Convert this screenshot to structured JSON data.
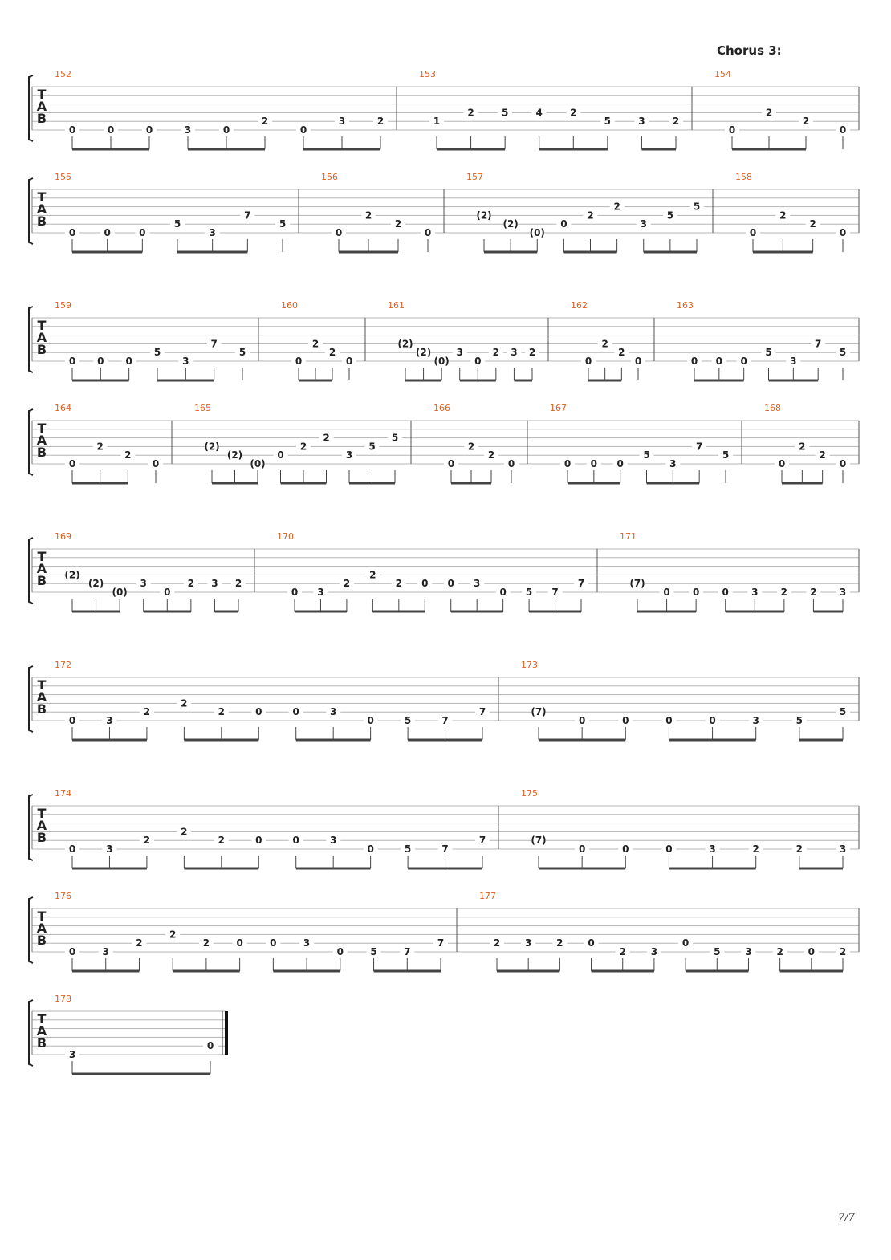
{
  "section": {
    "label": "Chorus 3:"
  },
  "page": {
    "number": "7/7"
  },
  "tab_clef": [
    "T",
    "A",
    "B"
  ],
  "systems": [
    {
      "measures": [
        {
          "number": "152",
          "notes": [
            [
              "0",
              3
            ],
            [
              "0",
              3
            ],
            [
              "0",
              3
            ],
            [
              "3",
              3
            ],
            [
              "0",
              3
            ],
            [
              "2",
              2
            ],
            [
              "0",
              3
            ],
            [
              "3",
              2
            ],
            [
              "2",
              2
            ]
          ]
        },
        {
          "number": "153",
          "notes": [
            [
              "1",
              2
            ],
            [
              "2",
              1
            ],
            [
              "5",
              1
            ],
            [
              "4",
              1
            ],
            [
              "2",
              1
            ],
            [
              "5",
              2
            ],
            [
              "3",
              2
            ],
            [
              "2",
              2
            ]
          ]
        },
        {
          "number": "154",
          "notes": [
            [
              "0",
              3
            ],
            [
              "2",
              1
            ],
            [
              "2",
              2
            ],
            [
              "0",
              3
            ]
          ]
        }
      ]
    },
    {
      "measures": [
        {
          "number": "155",
          "notes": [
            [
              "0",
              3
            ],
            [
              "0",
              3
            ],
            [
              "0",
              3
            ],
            [
              "5",
              2
            ],
            [
              "3",
              3
            ],
            [
              "7",
              1
            ],
            [
              "5",
              2
            ]
          ]
        },
        {
          "number": "156",
          "notes": [
            [
              "0",
              3
            ],
            [
              "2",
              1
            ],
            [
              "2",
              2
            ],
            [
              "0",
              3
            ]
          ]
        },
        {
          "number": "157",
          "notes": [
            [
              "(2)",
              1
            ],
            [
              "(2)",
              2
            ],
            [
              "(0)",
              3
            ],
            [
              "0",
              2
            ],
            [
              "2",
              1
            ],
            [
              "2",
              0
            ],
            [
              "3",
              2
            ],
            [
              "5",
              1
            ],
            [
              "5",
              0
            ]
          ]
        },
        {
          "number": "158",
          "notes": [
            [
              "0",
              3
            ],
            [
              "2",
              1
            ],
            [
              "2",
              2
            ],
            [
              "0",
              3
            ]
          ]
        }
      ]
    },
    {
      "measures": [
        {
          "number": "159",
          "notes": [
            [
              "0",
              3
            ],
            [
              "0",
              3
            ],
            [
              "0",
              3
            ],
            [
              "5",
              2
            ],
            [
              "3",
              3
            ],
            [
              "7",
              1
            ],
            [
              "5",
              2
            ]
          ]
        },
        {
          "number": "160",
          "notes": [
            [
              "0",
              3
            ],
            [
              "2",
              1
            ],
            [
              "2",
              2
            ],
            [
              "0",
              3
            ]
          ]
        },
        {
          "number": "161",
          "notes": [
            [
              "(2)",
              1
            ],
            [
              "(2)",
              2
            ],
            [
              "(0)",
              3
            ],
            [
              "3",
              2
            ],
            [
              "0",
              3
            ],
            [
              "2",
              2
            ],
            [
              "3",
              2
            ],
            [
              "2",
              2
            ]
          ]
        },
        {
          "number": "162",
          "notes": [
            [
              "0",
              3
            ],
            [
              "2",
              1
            ],
            [
              "2",
              2
            ],
            [
              "0",
              3
            ]
          ]
        },
        {
          "number": "163",
          "notes": [
            [
              "0",
              3
            ],
            [
              "0",
              3
            ],
            [
              "0",
              3
            ],
            [
              "5",
              2
            ],
            [
              "3",
              3
            ],
            [
              "7",
              1
            ],
            [
              "5",
              2
            ]
          ]
        }
      ]
    },
    {
      "measures": [
        {
          "number": "164",
          "notes": [
            [
              "0",
              3
            ],
            [
              "2",
              1
            ],
            [
              "2",
              2
            ],
            [
              "0",
              3
            ]
          ]
        },
        {
          "number": "165",
          "notes": [
            [
              "(2)",
              1
            ],
            [
              "(2)",
              2
            ],
            [
              "(0)",
              3
            ],
            [
              "0",
              2
            ],
            [
              "2",
              1
            ],
            [
              "2",
              0
            ],
            [
              "3",
              2
            ],
            [
              "5",
              1
            ],
            [
              "5",
              0
            ]
          ]
        },
        {
          "number": "166",
          "notes": [
            [
              "0",
              3
            ],
            [
              "2",
              1
            ],
            [
              "2",
              2
            ],
            [
              "0",
              3
            ]
          ]
        },
        {
          "number": "167",
          "notes": [
            [
              "0",
              3
            ],
            [
              "0",
              3
            ],
            [
              "0",
              3
            ],
            [
              "5",
              2
            ],
            [
              "3",
              3
            ],
            [
              "7",
              1
            ],
            [
              "5",
              2
            ]
          ]
        },
        {
          "number": "168",
          "notes": [
            [
              "0",
              3
            ],
            [
              "2",
              1
            ],
            [
              "2",
              2
            ],
            [
              "0",
              3
            ]
          ]
        }
      ]
    },
    {
      "measures": [
        {
          "number": "169",
          "notes": [
            [
              "(2)",
              1
            ],
            [
              "(2)",
              2
            ],
            [
              "(0)",
              3
            ],
            [
              "3",
              2
            ],
            [
              "0",
              3
            ],
            [
              "2",
              2
            ],
            [
              "3",
              2
            ],
            [
              "2",
              2
            ]
          ]
        },
        {
          "number": "170",
          "notes": [
            [
              "0",
              3
            ],
            [
              "3",
              3
            ],
            [
              "2",
              2
            ],
            [
              "2",
              1
            ],
            [
              "2",
              2
            ],
            [
              "0",
              2
            ],
            [
              "0",
              2
            ],
            [
              "3",
              2
            ],
            [
              "0",
              3
            ],
            [
              "5",
              3
            ],
            [
              "7",
              3
            ],
            [
              "7",
              2
            ]
          ]
        },
        {
          "number": "171",
          "notes": [
            [
              "(7)",
              2
            ],
            [
              "0",
              3
            ],
            [
              "0",
              3
            ],
            [
              "0",
              3
            ],
            [
              "3",
              3
            ],
            [
              "2",
              3
            ],
            [
              "2",
              3
            ],
            [
              "3",
              3
            ]
          ]
        }
      ]
    },
    {
      "measures": [
        {
          "number": "172",
          "notes": [
            [
              "0",
              3
            ],
            [
              "3",
              3
            ],
            [
              "2",
              2
            ],
            [
              "2",
              1
            ],
            [
              "2",
              2
            ],
            [
              "0",
              2
            ],
            [
              "0",
              2
            ],
            [
              "3",
              2
            ],
            [
              "0",
              3
            ],
            [
              "5",
              3
            ],
            [
              "7",
              3
            ],
            [
              "7",
              2
            ]
          ]
        },
        {
          "number": "173",
          "notes": [
            [
              "(7)",
              2
            ],
            [
              "0",
              3
            ],
            [
              "0",
              3
            ],
            [
              "0",
              3
            ],
            [
              "0",
              3
            ],
            [
              "3",
              3
            ],
            [
              "5",
              3
            ],
            [
              "5",
              2
            ]
          ]
        }
      ]
    },
    {
      "measures": [
        {
          "number": "174",
          "notes": [
            [
              "0",
              3
            ],
            [
              "3",
              3
            ],
            [
              "2",
              2
            ],
            [
              "2",
              1
            ],
            [
              "2",
              2
            ],
            [
              "0",
              2
            ],
            [
              "0",
              2
            ],
            [
              "3",
              2
            ],
            [
              "0",
              3
            ],
            [
              "5",
              3
            ],
            [
              "7",
              3
            ],
            [
              "7",
              2
            ]
          ]
        },
        {
          "number": "175",
          "notes": [
            [
              "(7)",
              2
            ],
            [
              "0",
              3
            ],
            [
              "0",
              3
            ],
            [
              "0",
              3
            ],
            [
              "3",
              3
            ],
            [
              "2",
              3
            ],
            [
              "2",
              3
            ],
            [
              "3",
              3
            ]
          ]
        }
      ]
    },
    {
      "measures": [
        {
          "number": "176",
          "notes": [
            [
              "0",
              3
            ],
            [
              "3",
              3
            ],
            [
              "2",
              2
            ],
            [
              "2",
              1
            ],
            [
              "2",
              2
            ],
            [
              "0",
              2
            ],
            [
              "0",
              2
            ],
            [
              "3",
              2
            ],
            [
              "0",
              3
            ],
            [
              "5",
              3
            ],
            [
              "7",
              3
            ],
            [
              "7",
              2
            ]
          ]
        },
        {
          "number": "177",
          "notes": [
            [
              "2",
              2
            ],
            [
              "3",
              2
            ],
            [
              "2",
              2
            ],
            [
              "0",
              2
            ],
            [
              "2",
              3
            ],
            [
              "3",
              3
            ],
            [
              "0",
              2
            ],
            [
              "5",
              3
            ],
            [
              "3",
              3
            ],
            [
              "2",
              3
            ],
            [
              "0",
              3
            ],
            [
              "2",
              3
            ]
          ]
        }
      ]
    },
    {
      "measures": [
        {
          "number": "178",
          "notes": [
            [
              "3",
              3
            ],
            [
              "0",
              2
            ]
          ]
        }
      ]
    }
  ]
}
